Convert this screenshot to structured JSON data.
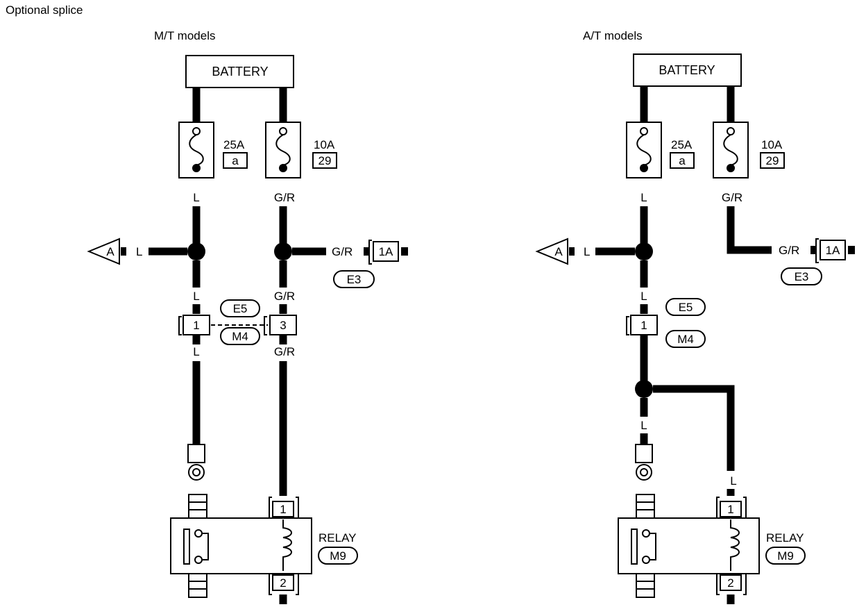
{
  "header": {
    "title": "Optional splice"
  },
  "mt": {
    "title": "M/T models",
    "battery": "BATTERY",
    "fuse_left": {
      "rating": "25A",
      "id": "a"
    },
    "fuse_right": {
      "rating": "10A",
      "id": "29"
    },
    "wire_l": "L",
    "wire_gr": "G/R",
    "arrow": "A",
    "conn_1a": "1A",
    "conn_e3": "E3",
    "conn_e5": "E5",
    "conn_m4": "M4",
    "pin_1": "1",
    "pin_3": "3",
    "relay": {
      "label": "RELAY",
      "conn": "M9",
      "pin_top": "1",
      "pin_bottom": "2"
    }
  },
  "at": {
    "title": "A/T models",
    "battery": "BATTERY",
    "fuse_left": {
      "rating": "25A",
      "id": "a"
    },
    "fuse_right": {
      "rating": "10A",
      "id": "29"
    },
    "wire_l": "L",
    "wire_gr": "G/R",
    "arrow": "A",
    "conn_1a": "1A",
    "conn_e3": "E3",
    "conn_e5": "E5",
    "conn_m4": "M4",
    "pin_1": "1",
    "relay": {
      "label": "RELAY",
      "conn": "M9",
      "pin_top": "1",
      "pin_bottom": "2"
    }
  }
}
